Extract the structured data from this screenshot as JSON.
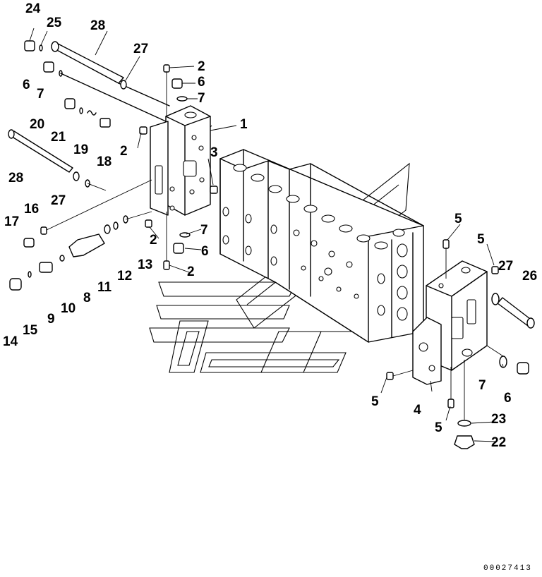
{
  "labels": {
    "l1": "1",
    "l2a": "2",
    "l2b": "2",
    "l2c": "2",
    "l2d": "2",
    "l3": "3",
    "l4": "4",
    "l5a": "5",
    "l5b": "5",
    "l5c": "5",
    "l5d": "5",
    "l6a": "6",
    "l6b": "6",
    "l6c": "6",
    "l6d": "6",
    "l7a": "7",
    "l7b": "7",
    "l7c": "7",
    "l7d": "7",
    "l8": "8",
    "l9": "9",
    "l10": "10",
    "l11": "11",
    "l12": "12",
    "l13": "13",
    "l14": "14",
    "l15": "15",
    "l16": "16",
    "l17": "17",
    "l18": "18",
    "l19": "19",
    "l20": "20",
    "l21": "21",
    "l22": "22",
    "l23": "23",
    "l24": "24",
    "l25": "25",
    "l26": "26",
    "l27a": "27",
    "l27b": "27",
    "l27c": "27",
    "l28a": "28",
    "l28b": "28"
  },
  "document_number": "00027413"
}
